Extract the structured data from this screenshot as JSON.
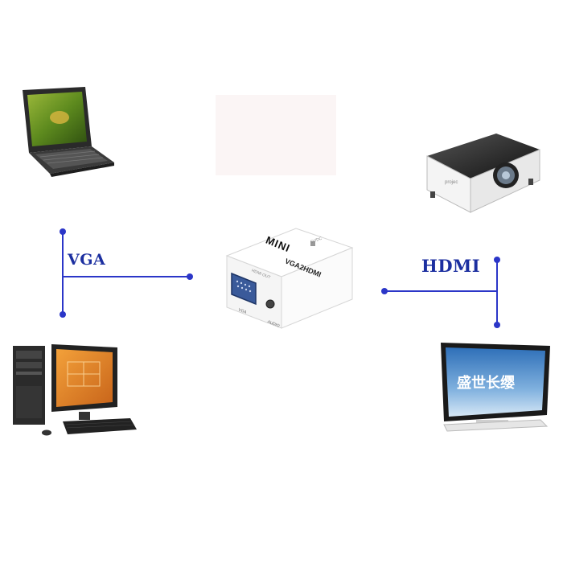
{
  "labels": {
    "input": "VGA",
    "output": "HDMI"
  },
  "converter": {
    "brand": "MINI",
    "model": "VGA2HDMI",
    "port_vga": "VGA",
    "port_audio": "AUDIO",
    "port_power": "5V/DC",
    "port_hdmi": "HDMI OUT"
  },
  "screen": {
    "text": "盛世长缨"
  },
  "projector": {
    "brand": "projec"
  },
  "colors": {
    "line": "#2b36c8",
    "label": "#1c2fa0"
  },
  "icons": [
    "laptop-icon",
    "desktop-pc-icon",
    "projector-icon",
    "monitor-icon",
    "converter-box-icon"
  ]
}
